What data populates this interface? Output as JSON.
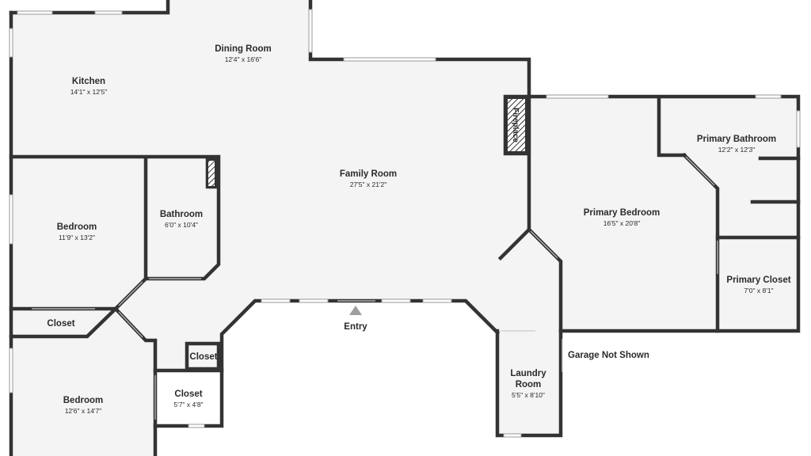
{
  "rooms": {
    "kitchen": {
      "name": "Kitchen",
      "dims": "14'1\" x 12'5\""
    },
    "dining": {
      "name": "Dining Room",
      "dims": "12'4\" x 16'6\""
    },
    "family": {
      "name": "Family Room",
      "dims": "27'5\" x 21'2\""
    },
    "bedroom1": {
      "name": "Bedroom",
      "dims": "11'9\" x 13'2\""
    },
    "bathroom": {
      "name": "Bathroom",
      "dims": "6'0\" x 10'4\""
    },
    "bedroom2": {
      "name": "Bedroom",
      "dims": "12'6\" x 14'7\""
    },
    "closet_left": {
      "name": "Closet"
    },
    "closet_small": {
      "name": "Closet"
    },
    "closet_mid": {
      "name": "Closet",
      "dims": "5'7\" x 4'8\""
    },
    "laundry": {
      "name_line1": "Laundry",
      "name_line2": "Room",
      "dims": "5'5\" x 8'10\""
    },
    "primary_bedroom": {
      "name": "Primary Bedroom",
      "dims": "16'5\" x 20'8\""
    },
    "primary_bathroom": {
      "name": "Primary Bathroom",
      "dims": "12'2\" x 12'3\""
    },
    "primary_closet": {
      "name": "Primary Closet",
      "dims": "7'0\" x 8'1\""
    }
  },
  "labels": {
    "entry": "Entry",
    "garage": "Garage Not Shown",
    "fireplace": "Fireplace"
  },
  "colors": {
    "wall": "#333333",
    "floor": "#f4f4f4",
    "background": "#ffffff",
    "entry_marker": "#9e9e9e"
  }
}
